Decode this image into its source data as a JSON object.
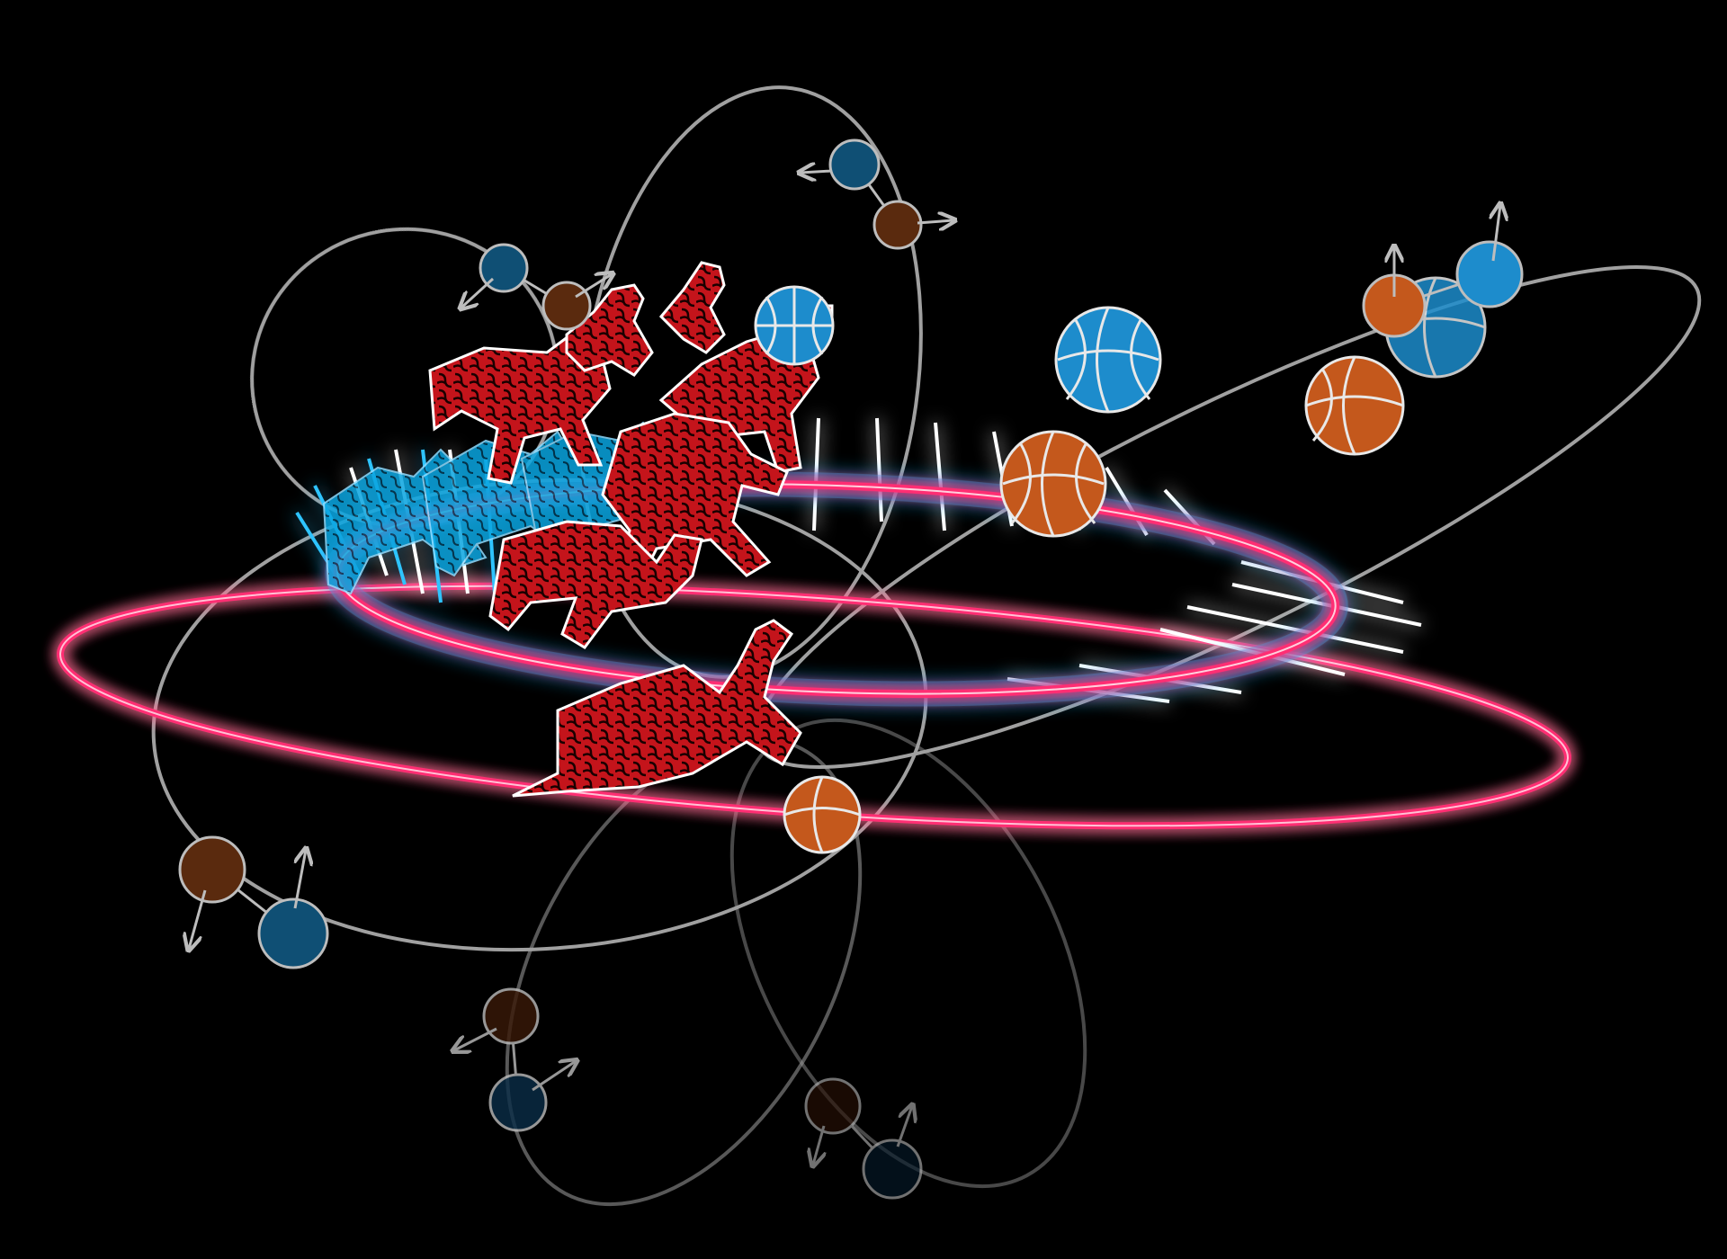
{
  "scene": {
    "background": "#000000",
    "colors": {
      "orbit": "#bdbdbd",
      "ring_pink": "#ff2d73",
      "ring_cyan": "#1fb8ff",
      "dog_fill": "#c4141b",
      "dog_outline": "#ffffff",
      "ball_blue": "#1d8ccc",
      "ball_orange": "#c4581c",
      "particle_blue": "#0f4f74",
      "particle_brown": "#5a2a0e"
    },
    "icons": [
      "orbit-ellipse",
      "glowing-ring",
      "dog-silhouette",
      "basketball",
      "spin-arrow",
      "particle-pair"
    ]
  }
}
